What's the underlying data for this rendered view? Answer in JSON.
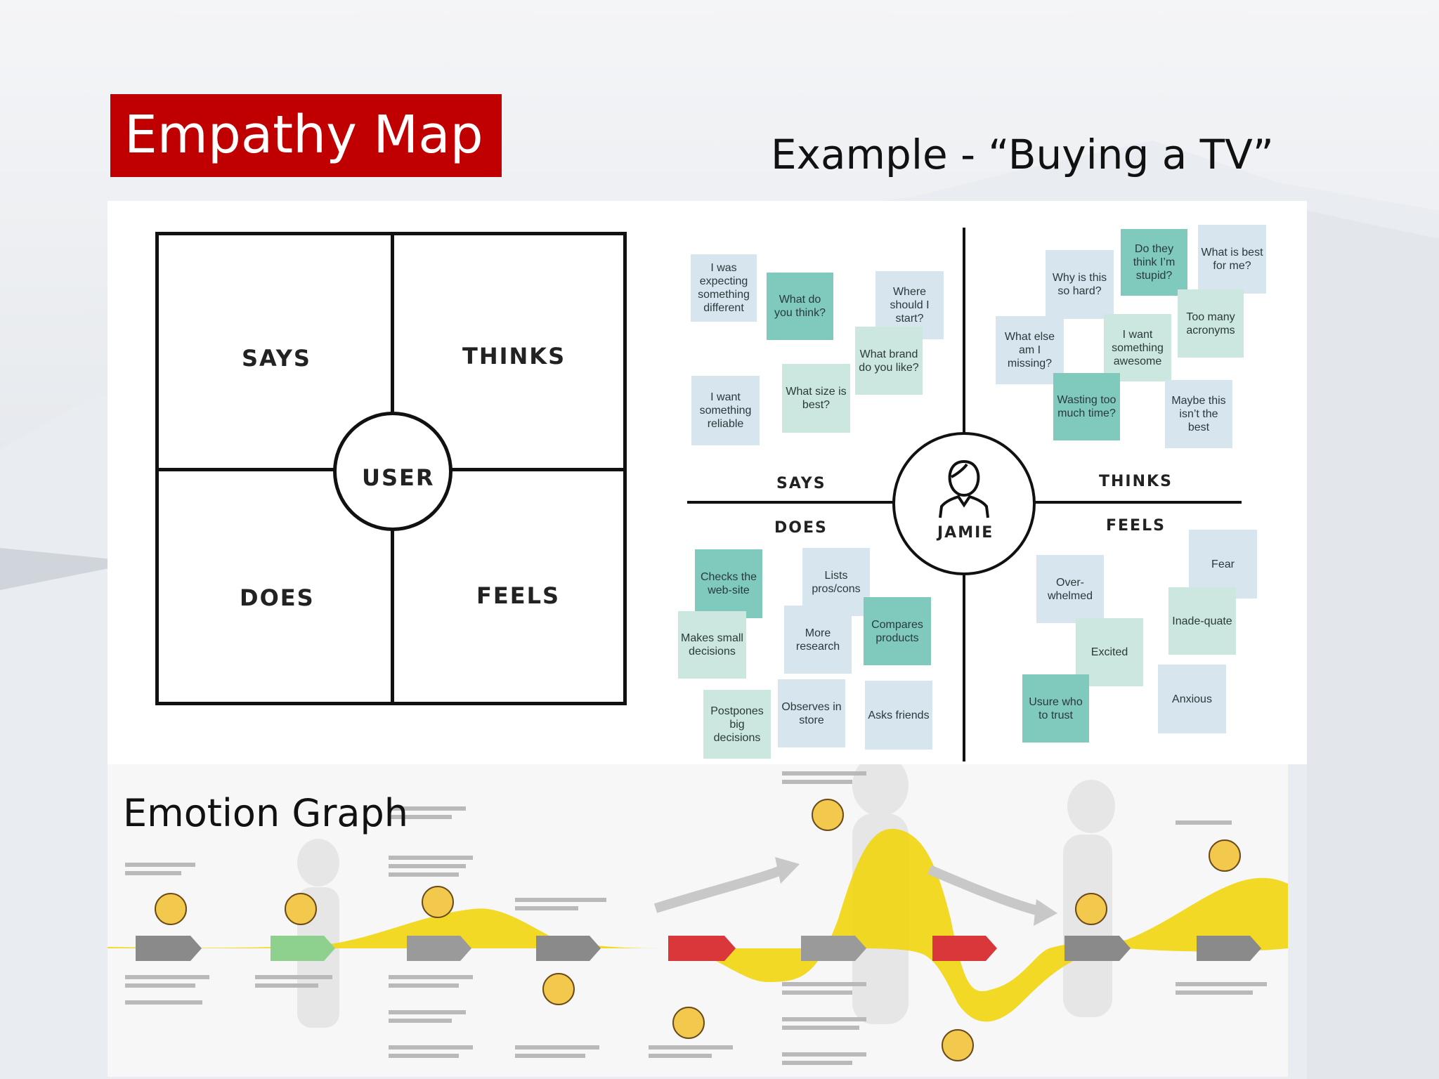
{
  "slide": {
    "title": "Empathy Map",
    "example_title": "Example - “Buying a TV”",
    "emotion_title": "Emotion Graph"
  },
  "generic_map": {
    "quadrants": [
      "SAYS",
      "THINKS",
      "DOES",
      "FEELS"
    ],
    "center": "USER"
  },
  "example_map": {
    "persona": "JAMIE",
    "quadrant_labels": [
      "SAYS",
      "THINKS",
      "DOES",
      "FEELS"
    ],
    "says": [
      "I was expecting something different",
      "What do you think?",
      "Where should I start?",
      "What brand do you like?",
      "I want something reliable",
      "What size is best?"
    ],
    "thinks": [
      "Why is this so hard?",
      "Do they think I’m stupid?",
      "What is best for me?",
      "Too many acronyms",
      "What else am I missing?",
      "I want something awesome",
      "Wasting too much time?",
      "Maybe this isn’t the best"
    ],
    "does": [
      "Checks the web-site",
      "Lists pros/cons",
      "Makes small decisions",
      "More research",
      "Compares products",
      "Postpones big decisions",
      "Observes in store",
      "Asks friends"
    ],
    "feels": [
      "Fear",
      "Over-whelmed",
      "Inade-quate",
      "Excited",
      "Usure who to trust",
      "Anxious"
    ]
  },
  "colors": {
    "title_bg": "#c00000",
    "note_light_blue": "#d7e5ef",
    "note_light_teal": "#cce6e0",
    "note_teal": "#7fc9bd",
    "curve": "#f0d400",
    "stage_gray": "#8a8a8a",
    "stage_green": "#8ed08e",
    "stage_red": "#d9373a"
  }
}
